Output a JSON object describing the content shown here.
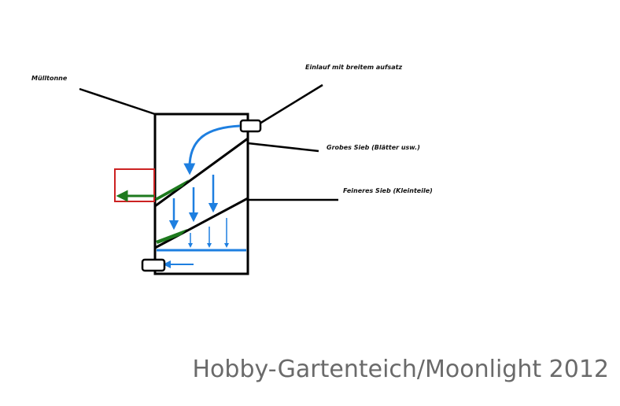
{
  "labels": {
    "muelltonne": "Mülltonne",
    "einlauf": "Einlauf mit breitem aufsatz",
    "grobes_sieb": "Grobes Sieb (Blätter usw.)",
    "feineres_sieb": "Feineres Sieb (Kleinteile)"
  },
  "watermark": "Hobby-Gartenteich/Moonlight 2012",
  "colors": {
    "outline": "#000000",
    "water_flow": "#1e7fe0",
    "debris_flow": "#1e7a1e",
    "outlet_box": "#cc2222",
    "watermark": "#6a6a6a"
  }
}
